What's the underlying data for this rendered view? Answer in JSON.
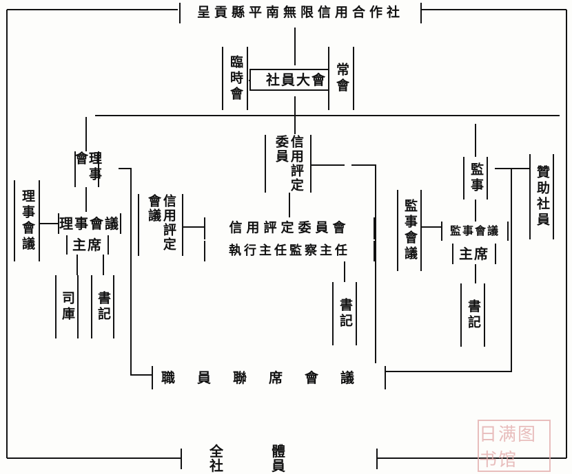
{
  "title": "呈貢縣平南無限信用合作社",
  "general_meeting": "社員大會",
  "extraordinary_meeting": "臨時會",
  "regular_meeting": "常會",
  "board": {
    "name": "理事會",
    "vertical_label": "理事會議",
    "chair": "主席",
    "officers": [
      "司庫",
      "書記"
    ]
  },
  "supervisors": {
    "name": "監事",
    "meeting": "監事會議",
    "chair": "主席",
    "secretary": "書記"
  },
  "credit_committee": {
    "label": "信用評定委員",
    "meeting": "信用評定委員會",
    "officers": "執行主任監察主任",
    "assessment_meeting": "信用評定會議",
    "secretary": "書記"
  },
  "sponsor": "贊助社員",
  "joint_meeting": "職員聯席會議",
  "all_members": "全體社員",
  "stamp_text": "日满图书馆"
}
